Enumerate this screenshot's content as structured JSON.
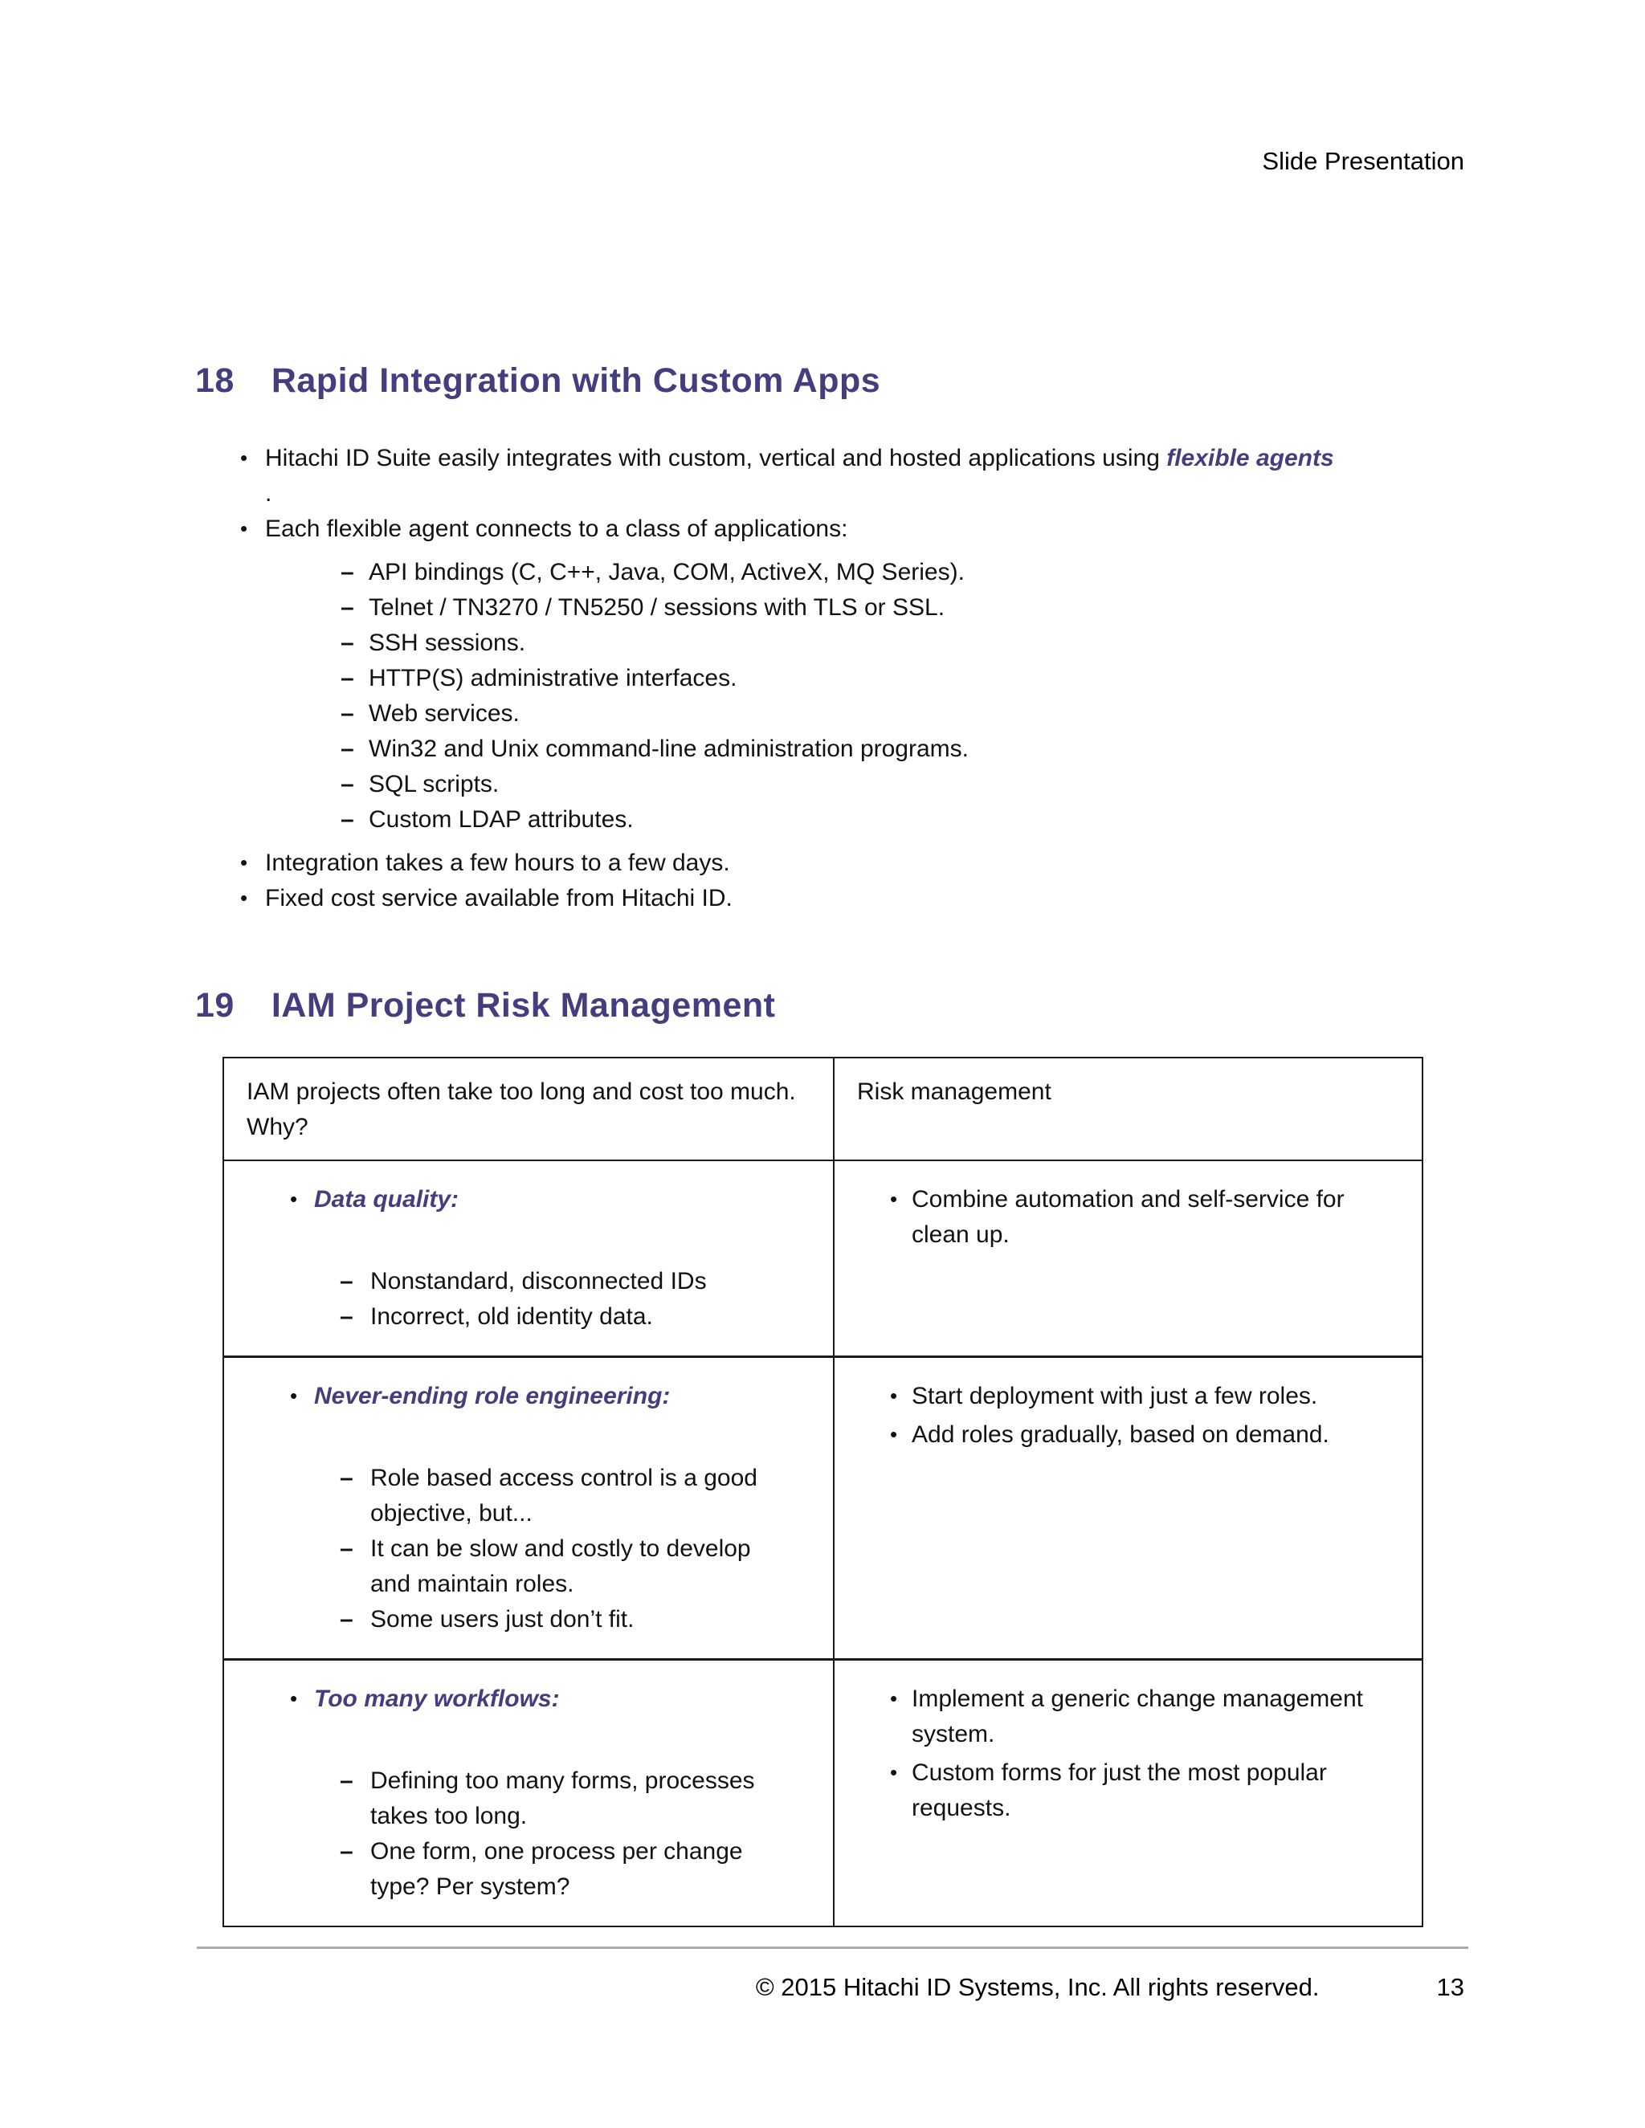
{
  "colors": {
    "accent_purple": "#443d7e",
    "text": "#121212",
    "table_border": "#1a1a1a",
    "footer_rule_gray": "#ababab"
  },
  "glyphs": {
    "bullet": "•",
    "dash": "–"
  },
  "header": {
    "right_text": "Slide Presentation"
  },
  "section_integration": {
    "number": "18",
    "title": "Rapid Integration with Custom Apps",
    "intro_bullet": {
      "text": "Hitachi ID Suite easily integrates with custom, vertical and hosted applications using ",
      "highlight": "flexible agents",
      "trailing": "."
    },
    "agents_intro": "Each flexible agent connects to a class of applications:",
    "agent_types": [
      "API bindings (C, C++, Java, COM, ActiveX, MQ Series).",
      "Telnet / TN3270 / TN5250 / sessions with TLS or SSL.",
      "SSH sessions.",
      "HTTP(S) administrative interfaces.",
      "Web services.",
      "Win32 and Unix command-line administration programs.",
      "SQL scripts.",
      "Custom LDAP attributes."
    ],
    "closing_bullets": [
      "Integration takes a few hours to a few days.",
      "Fixed cost service available from Hitachi ID."
    ]
  },
  "section_risk": {
    "number": "19",
    "title": "IAM Project Risk Management",
    "table": {
      "col1_header": "IAM projects often take too long and cost too much. Why?",
      "col2_header": "Risk management",
      "rows": [
        {
          "problem": {
            "title": "Data quality:",
            "details": [
              "Nonstandard, disconnected IDs",
              "Incorrect, old identity data."
            ]
          },
          "solutions": [
            "Combine automation and self-service for clean up."
          ]
        },
        {
          "problem": {
            "title": "Never-ending role engineering:",
            "details": [
              "Role based access control is a good objective, but...",
              "It can be slow and costly to develop and maintain roles.",
              "Some users just don’t fit."
            ]
          },
          "solutions": [
            "Start deployment with just a few roles.",
            "Add roles gradually, based on demand."
          ]
        },
        {
          "problem": {
            "title": "Too many workflows:",
            "details": [
              "Defining too many forms, processes takes too long.",
              "One form, one process per change type? Per system?"
            ]
          },
          "solutions": [
            "Implement a generic change management system.",
            "Custom forms for just the most popular requests."
          ]
        }
      ]
    }
  },
  "footer": {
    "copyright": "© 2015 Hitachi ID Systems, Inc. All rights reserved.",
    "page_number": "13"
  }
}
